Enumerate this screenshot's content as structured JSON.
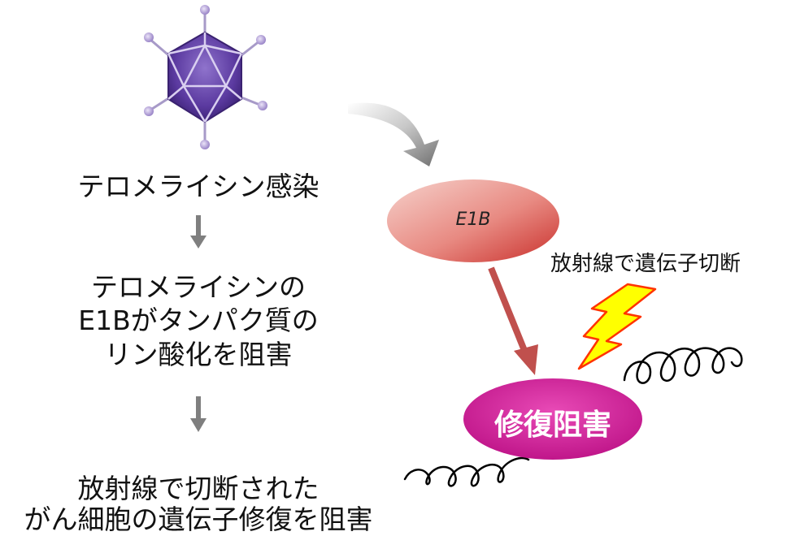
{
  "steps": [
    "テロメライシン感染",
    "テロメライシンの",
    "E1Bがタンパク質の",
    "リン酸化を阻害",
    "放射線で切断された",
    "がん細胞の遺伝子修復を阻害"
  ],
  "e1b": "E1B",
  "radiation": "放射線で遺伝子切断",
  "repair_block": "修復阻害",
  "colors": {
    "virus": "#5b3aa0",
    "virus_spike_tip": "#b8a6dc",
    "e1b_ellipse": "#d9534f",
    "repair_ellipse": "#d6249f",
    "red_arrow": "#c0504d",
    "grey_arrow": "#7f7f7f",
    "lightning_fill": "#ffff00",
    "lightning_stroke": "#ff3300"
  },
  "icons": [
    "adenovirus-icon",
    "lightning-bolt-icon",
    "dna-strand-icon"
  ]
}
